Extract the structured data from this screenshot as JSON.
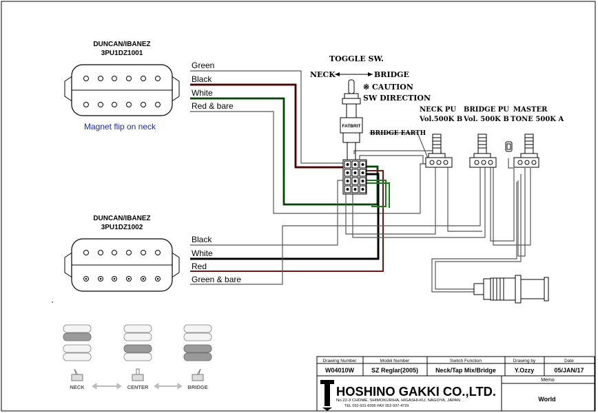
{
  "neck_pickup": {
    "brand": "DUNCAN/IBANEZ",
    "model": "3PU1DZ1001",
    "note": "Magnet flip on neck"
  },
  "bridge_pickup": {
    "brand": "DUNCAN/IBANEZ",
    "model": "3PU1DZ1002"
  },
  "neck_wires": [
    "Green",
    "Black",
    "White",
    "Red & bare"
  ],
  "bridge_wires": [
    "Black",
    "White",
    "Red",
    "Green & bare"
  ],
  "toggle": {
    "title": "TOGGLE SW.",
    "neck": "NECK",
    "bridge": "BRIDGE",
    "caution": "※ CAUTION",
    "direction": "SW DIRECTION",
    "brand": "FATBRIT"
  },
  "bridge_earth": "BRIDGE EARTH",
  "pots": {
    "row1": [
      "NECK PU",
      "BRIDGE PU",
      "MASTER"
    ],
    "row2": [
      "Vol.500K B",
      "Vol. 500K B",
      "TONE 500K A"
    ]
  },
  "positions": [
    "NECK",
    "CENTER",
    "BRIDGE"
  ],
  "title_block": {
    "headers": [
      "Drawing Number",
      "Model Number",
      "Switch Function",
      "Drawing by",
      "Date"
    ],
    "values": [
      "W04010W",
      "SZ Reglar(2005)",
      "Neck/Tap Mix/Bridge",
      "Y.Ozzy",
      "05/JAN/17"
    ],
    "company": "HOSHINO GAKKI CO.,LTD.",
    "address": "No.22-3 CHOME, SHIMOKURIHA, HIGASHI-KU, NAGOYA, JAPAN",
    "tel": "TEL 052-931-6096   FAX 052-937-4729",
    "memo_label": "Memo",
    "memo": "World"
  },
  "colors": {
    "green": "#1a7a1a",
    "black": "#000000",
    "red": "#8b1a1a",
    "white_wire": "#888888",
    "blue_note": "#1a2aa0"
  }
}
